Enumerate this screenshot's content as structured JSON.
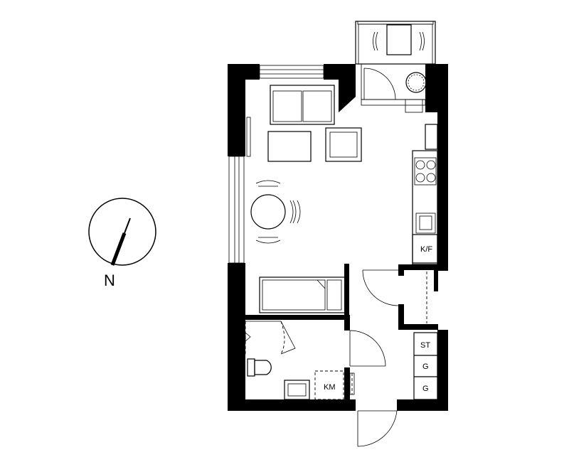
{
  "compass": {
    "label": "N"
  },
  "labels": {
    "kf": "K/F",
    "st": "ST",
    "g1": "G",
    "g2": "G",
    "km": "KM"
  },
  "colors": {
    "wall": "#000000",
    "background": "#ffffff"
  }
}
